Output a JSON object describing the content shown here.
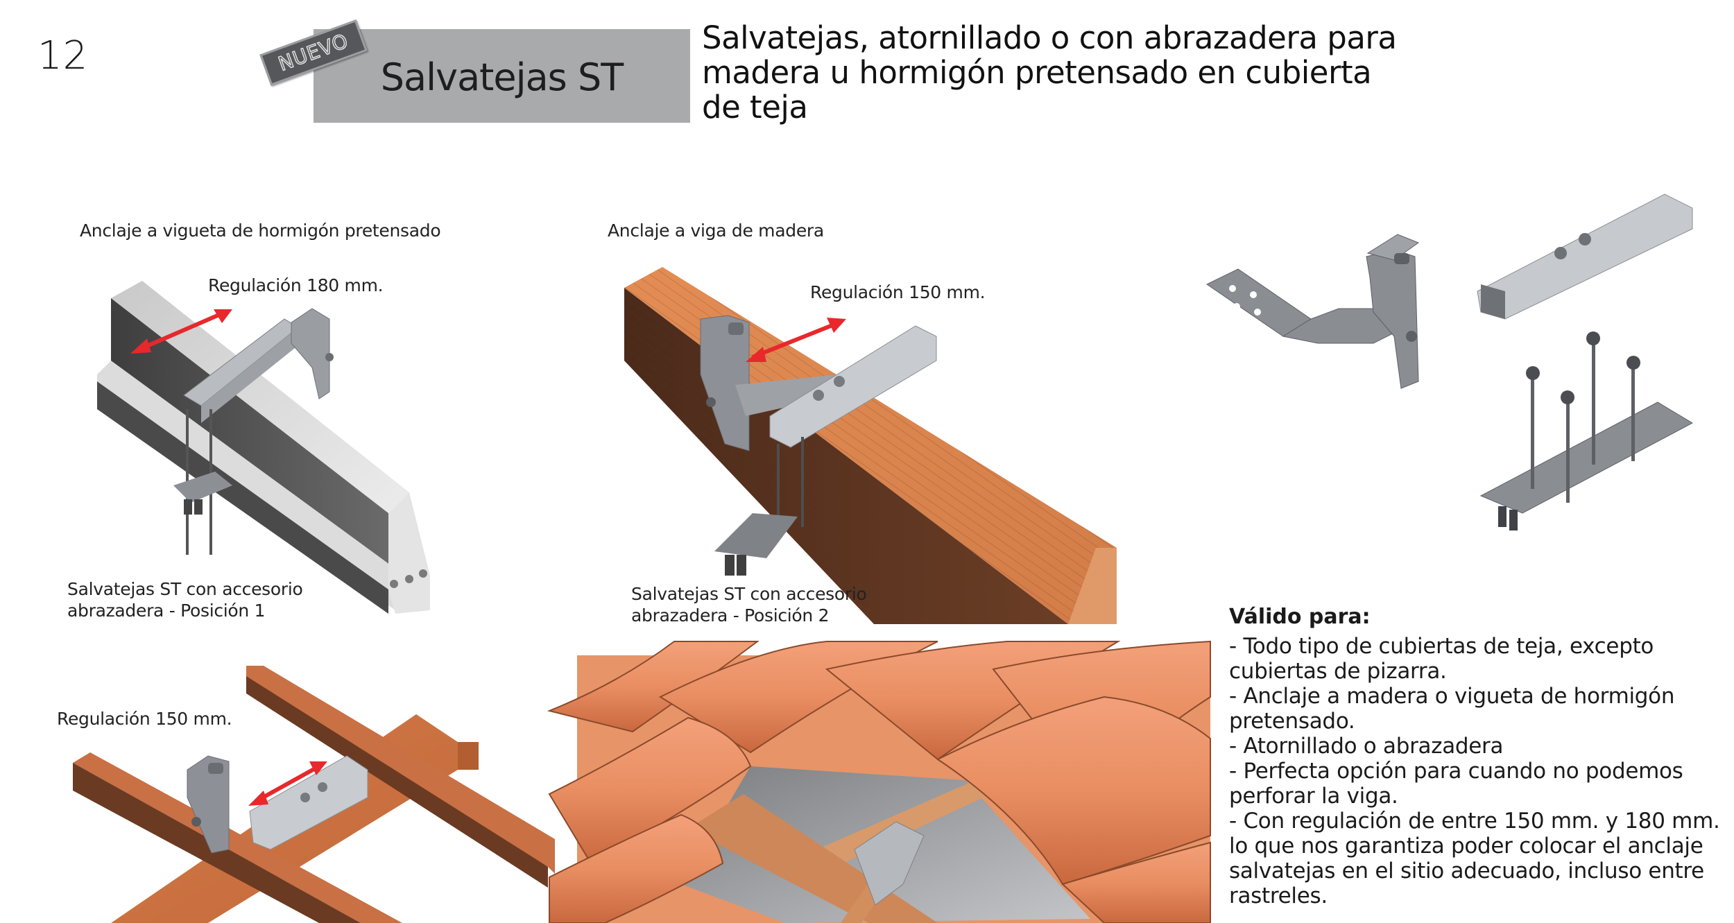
{
  "page": {
    "number": "12",
    "badge": "NUEVO",
    "product_title": "Salvatejas ST",
    "headline_lines": [
      "Salvatejas, atornillado o con  abrazadera para",
      "madera u hormigón pretensado en cubierta",
      "de teja"
    ]
  },
  "figures": {
    "concrete": {
      "heading": "Anclaje a vigueta de hormigón pretensado",
      "regulation": "Regulación 180 mm.",
      "caption_lines": [
        "Salvatejas ST con accesorio",
        "abrazadera - Posición 1"
      ]
    },
    "wood": {
      "heading": "Anclaje a viga de madera",
      "regulation": "Regulación 150 mm.",
      "caption_lines": [
        "Salvatejas ST con accesorio",
        "abrazadera - Posición 2"
      ]
    },
    "battens": {
      "regulation": "Regulación 150 mm."
    },
    "roof": {
      "description": "roof-tiles-installation-illustration"
    },
    "parts": {
      "description": "hook-rail-clamp-parts-illustration"
    }
  },
  "valid_for": {
    "title": "Válido para:",
    "lines": [
      "- Todo tipo de cubiertas de teja, excepto",
      "cubiertas de pizarra.",
      "- Anclaje a madera o vigueta de hormigón",
      "pretensado.",
      "- Atornillado o abrazadera",
      "- Perfecta opción para cuando no podemos",
      "perforar la viga.",
      "- Con regulación de entre 150 mm. y 180 mm.",
      "lo que nos garantiza poder colocar el anclaje",
      "salvatejas en el sitio adecuado, incluso entre",
      "rastreles."
    ]
  },
  "colors": {
    "title_box": "#a9aaac",
    "badge": "#55575b",
    "arrow_red": "#e8282b",
    "wood": "#d98a5a",
    "wood_dark": "#5a3320",
    "tile": "#e98e62",
    "metal": "#8d9096",
    "concrete": "#d4d4d4"
  }
}
